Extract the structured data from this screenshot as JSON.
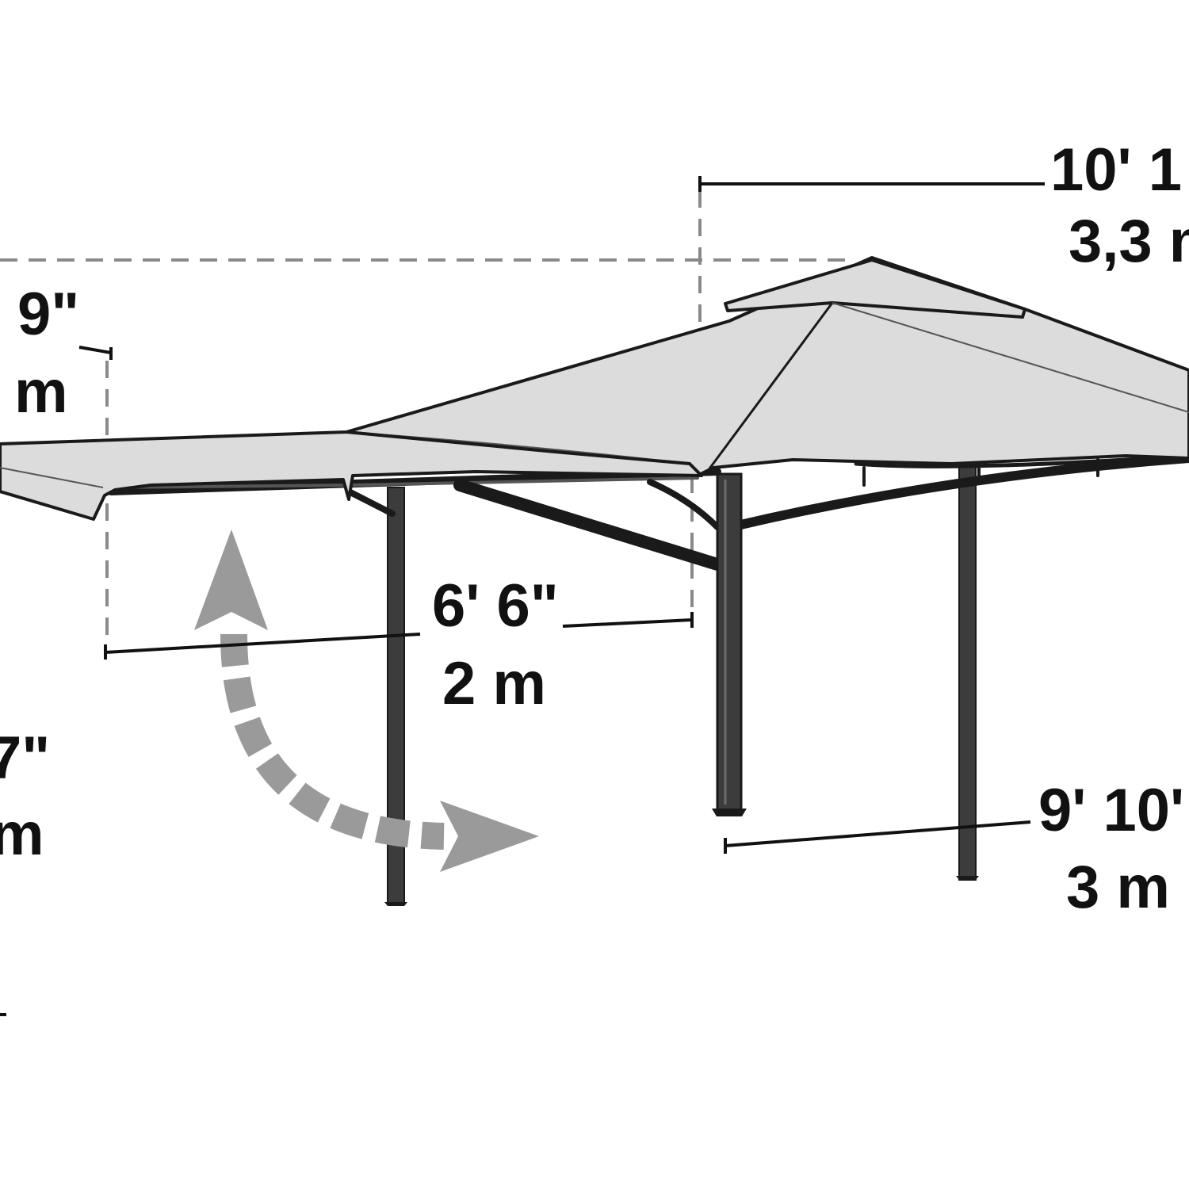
{
  "colors": {
    "canopy_fill": "#dcdcdc",
    "outline": "#1a1a1a",
    "frame": "#3c3c3c",
    "dimension_line": "#111111",
    "guide_dash": "#8a8a8a",
    "arrow": "#9a9a9a",
    "text": "#111111"
  },
  "dimensions": {
    "top_width": {
      "imperial": "10' 1",
      "metric": "3,3 m"
    },
    "awning_depth": {
      "imperial": "9\"",
      "metric": "m"
    },
    "awning_extension": {
      "imperial": "6' 6\"",
      "metric": "2 m"
    },
    "height": {
      "imperial": "7\"",
      "metric": "m"
    },
    "base_width": {
      "imperial": "9' 10'",
      "metric": "3 m"
    }
  },
  "icons": {
    "adjust_arrow": "curved-double-arrow-icon"
  }
}
